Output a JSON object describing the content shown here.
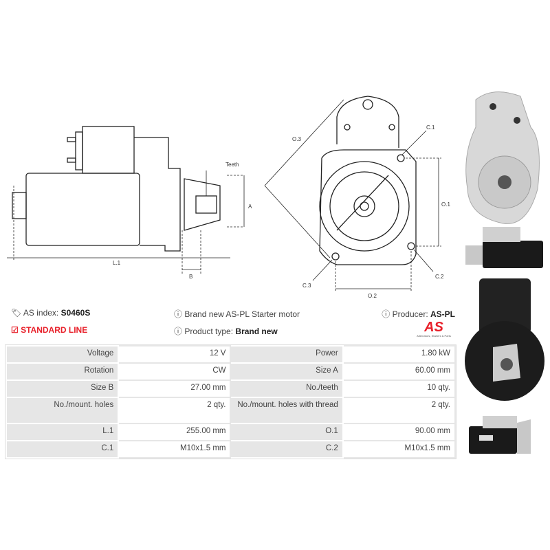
{
  "diagram_labels": {
    "teeth": "Teeth",
    "a": "A",
    "b": "B",
    "l1": "L.1",
    "o1": "O.1",
    "o2": "O.2",
    "o3": "O.3",
    "c1": "C.1",
    "c2": "C.2",
    "c3": "C.3"
  },
  "info": {
    "as_index_label": "AS index:",
    "as_index_value": "S0460S",
    "line": "STANDARD LINE",
    "description": "Brand new AS-PL Starter motor",
    "product_type_label": "Product type:",
    "product_type_value": "Brand new",
    "producer_label": "Producer:",
    "producer_value": "AS-PL",
    "logo_text": "AS",
    "logo_tagline": "Alternators, Starters & Parts"
  },
  "specs": [
    [
      {
        "label": "Voltage",
        "value": "12 V"
      },
      {
        "label": "Power",
        "value": "1.80 kW"
      }
    ],
    [
      {
        "label": "Rotation",
        "value": "CW"
      },
      {
        "label": "Size A",
        "value": "60.00 mm"
      }
    ],
    [
      {
        "label": "Size B",
        "value": "27.00 mm"
      },
      {
        "label": "No./teeth",
        "value": "10 qty."
      }
    ],
    [
      {
        "label": "No./mount. holes",
        "value": "2 qty."
      },
      {
        "label": "No./mount. holes with thread",
        "value": "2 qty."
      }
    ],
    [
      {
        "label": "L.1",
        "value": "255.00 mm"
      },
      {
        "label": "O.1",
        "value": "90.00 mm"
      }
    ],
    [
      {
        "label": "C.1",
        "value": "M10x1.5 mm"
      },
      {
        "label": "C.2",
        "value": "M10x1.5 mm"
      }
    ]
  ],
  "colors": {
    "accent": "#e8202a",
    "table_label_bg": "#e6e6e6"
  }
}
